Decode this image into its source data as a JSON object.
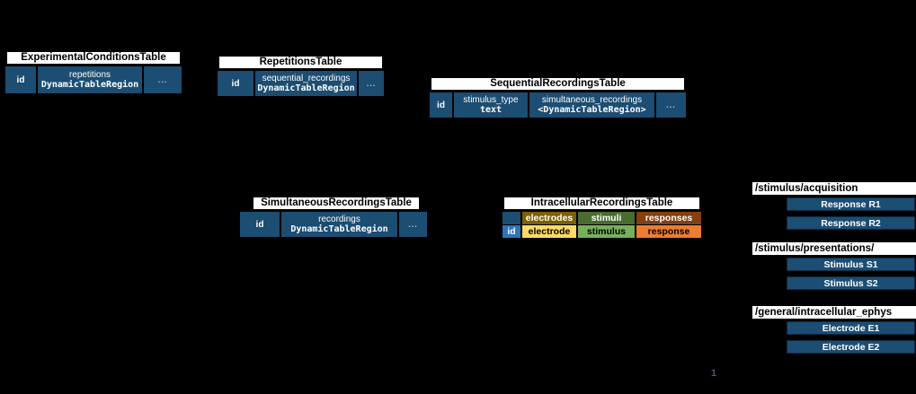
{
  "page": {
    "background": "#000000",
    "page_number": "1"
  },
  "colors": {
    "dark_blue": "#1C4D72",
    "blue": "#2E75B6",
    "olive": "#7F6000",
    "yellow": "#FFD966",
    "dark_green": "#4A6C2F",
    "green": "#77B05A",
    "dark_orange": "#84400F",
    "orange": "#ED7D31",
    "header_bg": "#FFFFFF",
    "header_text": "#000000",
    "cell_text": "#FFFFFF"
  },
  "tables": [
    {
      "title": "ExperimentalConditionsTable",
      "cells": [
        {
          "label": "id"
        },
        {
          "line1": "repetitions",
          "line2": "DynamicTableRegion"
        },
        {
          "label": "..."
        }
      ]
    },
    {
      "title": "RepetitionsTable",
      "cells": [
        {
          "label": "id"
        },
        {
          "line1": "sequential_recordings",
          "line2": "DynamicTableRegion"
        },
        {
          "label": "..."
        }
      ]
    },
    {
      "title": "SequentialRecordingsTable",
      "cells": [
        {
          "label": "id"
        },
        {
          "line1": "stimulus_type",
          "line2": "text"
        },
        {
          "line1": "simultaneous_recordings",
          "line2": "<DynamicTableRegion>"
        },
        {
          "label": "..."
        }
      ]
    },
    {
      "title": "SimultaneousRecordingsTable",
      "cells": [
        {
          "label": "id"
        },
        {
          "line1": "recordings",
          "line2": "DynamicTableRegion"
        },
        {
          "label": "..."
        }
      ]
    }
  ],
  "intracellular_table": {
    "title": "IntracellularRecordingsTable",
    "group_row": {
      "c0": "",
      "electrodes": "electrodes",
      "stimuli": "stimuli",
      "responses": "responses"
    },
    "value_row": {
      "id": "id",
      "electrode": "electrode",
      "stimulus": "stimulus",
      "response": "response"
    }
  },
  "groups": [
    {
      "path": "/stimulus/acquisition",
      "items": [
        "Response R1",
        "Response R2"
      ]
    },
    {
      "path": "/stimulus/presentations/",
      "items": [
        "Stimulus S1",
        "Stimulus S2"
      ]
    },
    {
      "path": "/general/intracellular_ephys",
      "items": [
        "Electrode E1",
        "Electrode E2"
      ]
    }
  ]
}
